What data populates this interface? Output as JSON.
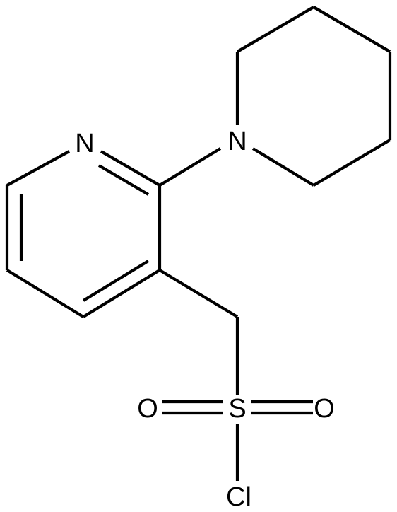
{
  "molecule": {
    "atoms": {
      "pyridine_n": "N",
      "piperidine_n": "N",
      "sulfur": "S",
      "oxygen_left": "O",
      "oxygen_right": "O",
      "chlorine": "Cl"
    }
  }
}
